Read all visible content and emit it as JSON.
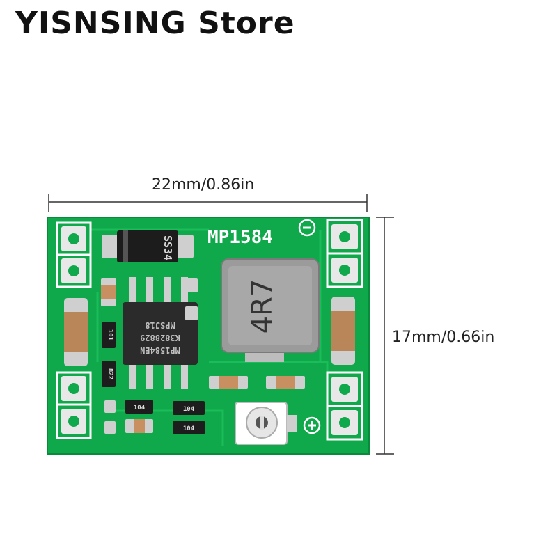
{
  "header": {
    "store_name": "YISNSING Store"
  },
  "dimensions": {
    "width_label": "22mm/0.86in",
    "height_label": "17mm/0.66in"
  },
  "board": {
    "silkscreen_model": "MP1584",
    "diode_marking": "SS34",
    "inductor_marking": "4R7",
    "chip_marking": [
      "MP1584EN",
      "K3828829",
      "MPSJ18"
    ],
    "resistor_markings": [
      "101",
      "822",
      "104",
      "104",
      "104"
    ],
    "colors": {
      "pcb": "#0fa84a",
      "pad": "#e8e8e8",
      "chip": "#2b2b2b",
      "inductor": "#9b9b9b"
    }
  }
}
